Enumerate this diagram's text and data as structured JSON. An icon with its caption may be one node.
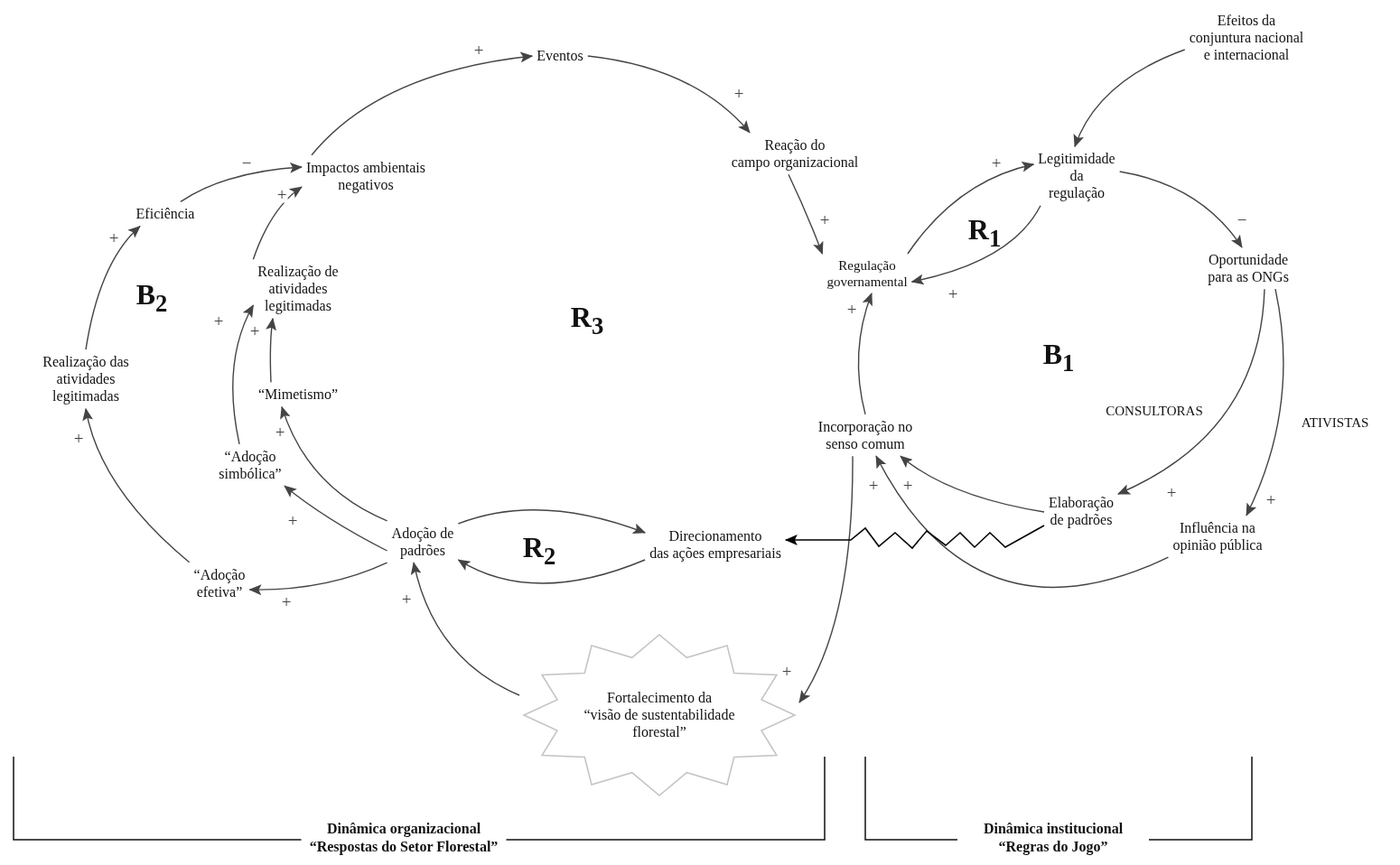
{
  "diagram": {
    "nodes": [
      {
        "text": [
          "Eventos"
        ]
      },
      {
        "text": [
          "Efeitos da conjuntura nacional e internacional"
        ]
      },
      {
        "text": [
          "Impactos ambientais negativos"
        ]
      },
      {
        "text": [
          "Reação do campo organizacional"
        ]
      },
      {
        "text": [
          "Legitimidade da regulação"
        ]
      },
      {
        "text": [
          "Eficiência"
        ]
      },
      {
        "text": [
          "Oportunidade para as ONGs"
        ]
      },
      {
        "text": [
          "Regulação governamental"
        ]
      },
      {
        "text": [
          "Realização de atividades legitimadas"
        ]
      },
      {
        "text": [
          "Realização das atividades legitimadas"
        ]
      },
      {
        "text": [
          "“Mimetismo”"
        ]
      },
      {
        "text": [
          "Incorporação no senso comum"
        ]
      },
      {
        "text": [
          "“Adoção simbólica”"
        ]
      },
      {
        "text": [
          "Elaboração de padrões"
        ]
      },
      {
        "text": [
          "Influência na opinião pública"
        ]
      },
      {
        "text": [
          "Adoção de padrões"
        ]
      },
      {
        "text": [
          "Direcionamento das ações empresariais"
        ]
      },
      {
        "text": [
          "“Adoção efetiva”"
        ]
      },
      {
        "text": [
          "Fortalecimento da “visão de sustentabilidade florestal”"
        ]
      }
    ],
    "edges": [
      {
        "from": 2,
        "to": 0,
        "arrow": "to",
        "label": "+"
      },
      {
        "from": 0,
        "to": 3,
        "arrow": "to",
        "label": "+"
      },
      {
        "from": 3,
        "to": 7,
        "arrow": "to",
        "label": "+"
      },
      {
        "from": 7,
        "to": 4,
        "arrow": "to",
        "label": "+"
      },
      {
        "from": 4,
        "to": 7,
        "arrow": "to",
        "label": "+"
      },
      {
        "from": 1,
        "to": 4,
        "arrow": "to"
      },
      {
        "from": 4,
        "to": 6,
        "arrow": "to",
        "label": "−"
      },
      {
        "from": 6,
        "to": 13,
        "arrow": "to",
        "label": "+"
      },
      {
        "from": 6,
        "to": 14,
        "arrow": "to",
        "label": "+"
      },
      {
        "from": 13,
        "to": 11,
        "arrow": "to",
        "label": "+"
      },
      {
        "from": 14,
        "to": 11,
        "arrow": "to",
        "label": "+"
      },
      {
        "from": 11,
        "to": 7,
        "arrow": "to",
        "label": "+"
      },
      {
        "from": 11,
        "to": 18,
        "arrow": "to",
        "label": "+"
      },
      {
        "from": 13,
        "to": 16,
        "arrow": "to",
        "color": "#000000"
      },
      {
        "from": 18,
        "to": 15,
        "arrow": "to",
        "label": "+"
      },
      {
        "from": 15,
        "to": 16,
        "arrow": "to"
      },
      {
        "from": 16,
        "to": 15,
        "arrow": "to"
      },
      {
        "from": 15,
        "to": 12,
        "arrow": "to",
        "label": "+"
      },
      {
        "from": 15,
        "to": 10,
        "arrow": "to",
        "label": "+"
      },
      {
        "from": 15,
        "to": 17,
        "arrow": "to",
        "label": "+"
      },
      {
        "from": 12,
        "to": 8,
        "arrow": "to",
        "label": "+"
      },
      {
        "from": 10,
        "to": 8,
        "arrow": "to",
        "label": "+"
      },
      {
        "from": 8,
        "to": 2,
        "arrow": "to",
        "label": "+"
      },
      {
        "from": 17,
        "to": 9,
        "arrow": "to",
        "label": "+"
      },
      {
        "from": 9,
        "to": 5,
        "arrow": "to",
        "label": "+"
      },
      {
        "from": 5,
        "to": 2,
        "arrow": "to",
        "label": "−"
      }
    ],
    "labels": [
      "R$_{3}$",
      "B$_{2}$",
      "R$_{1}$",
      "B$_{1}$",
      "R$_{2}$",
      "CONSULTORAS",
      "ATIVISTAS",
      "Dinâmica organizacional “Respostas do Setor Florestal”",
      "Dinâmica institucional “Regras do Jogo”"
    ]
  }
}
